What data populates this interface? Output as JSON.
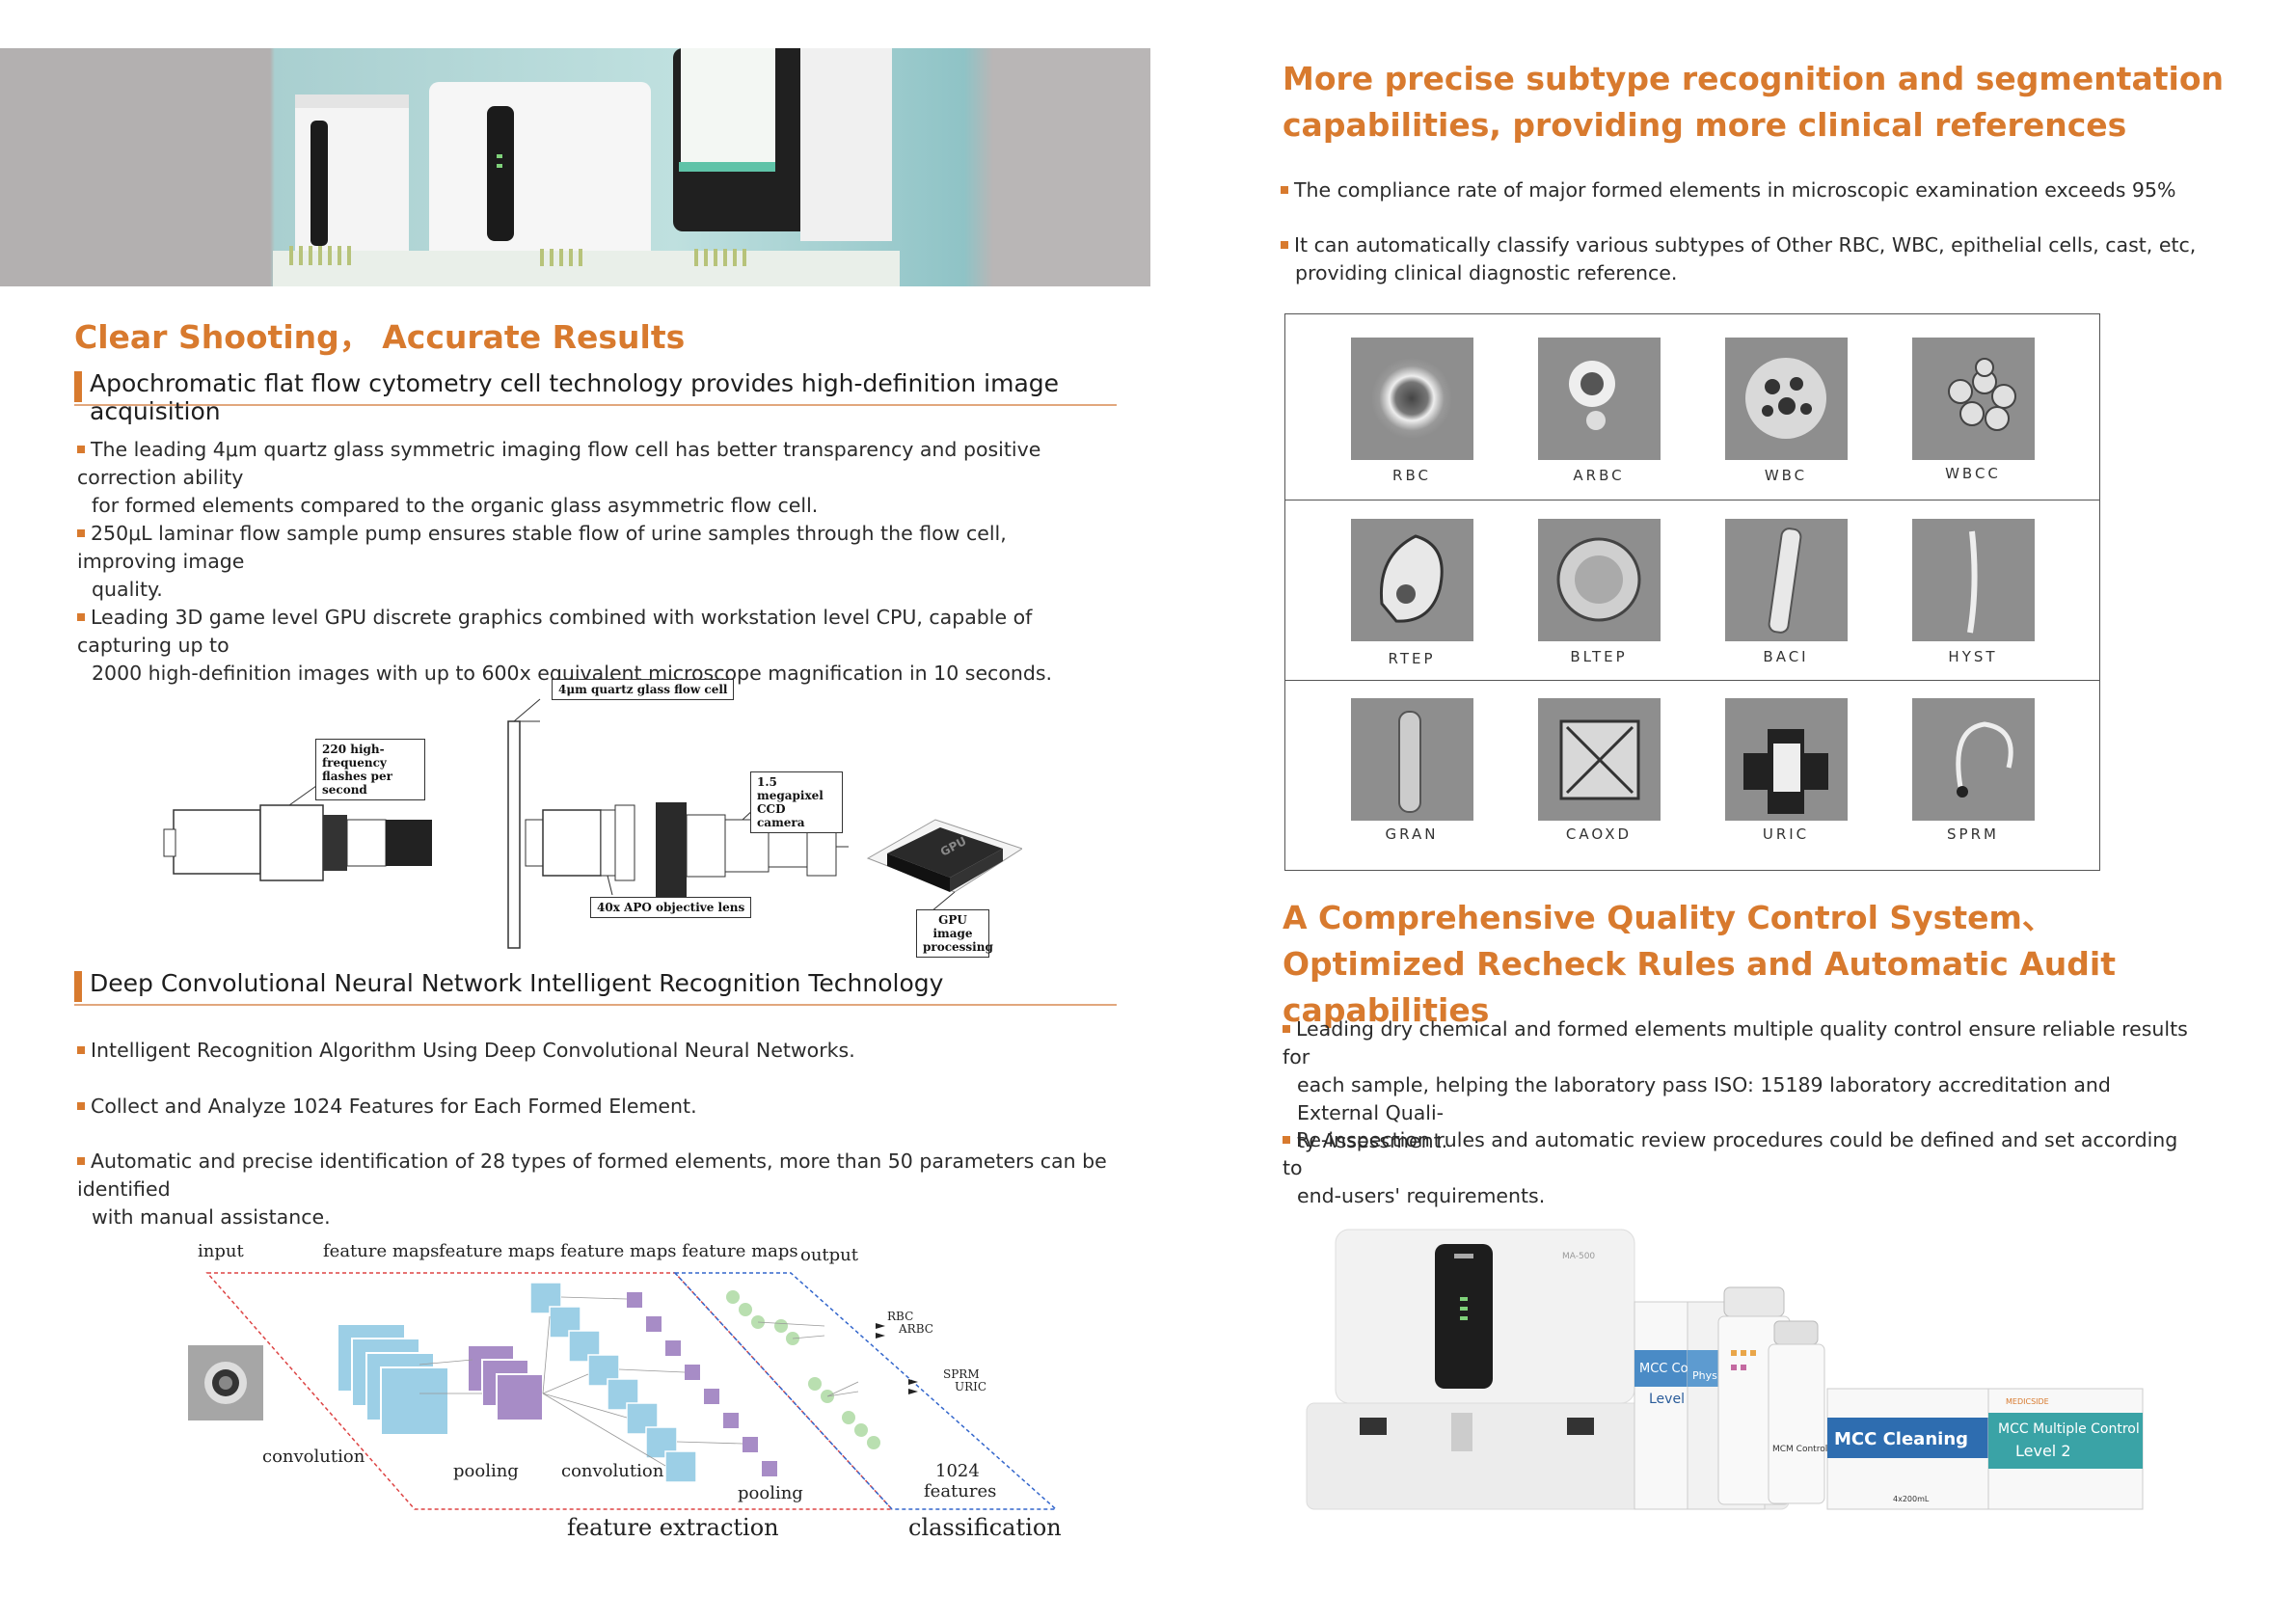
{
  "left": {
    "heading": "Clear Shooting， Accurate Results",
    "subhead1": "Apochromatic flat flow cytometry cell technology provides high-definition image acquisition",
    "bullets1": [
      {
        "l1": "The leading 4μm quartz glass symmetric imaging flow cell has better transparency and positive correction ability",
        "l2": "for formed elements compared to the organic glass asymmetric flow cell."
      },
      {
        "l1": "250μL laminar flow sample pump ensures stable flow of urine samples through the flow cell, improving image",
        "l2": "quality."
      },
      {
        "l1": "Leading 3D game level GPU discrete graphics combined with workstation level CPU, capable of capturing up to",
        "l2": "2000 high-definition images with up to 600x equivalent microscope magnification in 10 seconds."
      }
    ],
    "optics": {
      "flash": "220 high-frequency flashes per second",
      "flowcell": "4μm quartz glass flow cell",
      "camera": "1.5 megapixel CCD camera",
      "lens": "40x APO objective lens",
      "gpu": "GPU image processing",
      "gpu_chip": "GPU"
    },
    "subhead2": "Deep Convolutional Neural Network Intelligent Recognition Technology",
    "bullets2": [
      {
        "l1": "Intelligent Recognition Algorithm Using Deep Convolutional Neural Networks."
      },
      {
        "l1": "Collect and Analyze 1024 Features for Each Formed Element."
      },
      {
        "l1": "Automatic and precise identification of 28 types of formed elements, more than 50 parameters can be identified",
        "l2": "with manual assistance."
      }
    ],
    "cnn": {
      "input": "input",
      "feature_maps_1": "feature maps",
      "feature_maps_2": "feature maps feature maps feature maps",
      "output": "output",
      "convolution_1": "convolution",
      "pooling_1": "pooling",
      "convolution_2": "convolution",
      "pooling_2": "pooling",
      "features_1024": "1024",
      "features_word": "features",
      "feature_extraction": "feature extraction",
      "classification": "classification",
      "out_rbc": "RBC",
      "out_arbc": "ARBC",
      "out_sprm": "SPRM",
      "out_uric": "URIC"
    }
  },
  "right": {
    "heading_l1": "More precise subtype recognition and segmentation",
    "heading_l2": "capabilities, providing more clinical references",
    "bullets1": [
      {
        "l1": "The compliance rate of major formed elements in microscopic examination exceeds 95%"
      },
      {
        "l1": "It can automatically classify various subtypes of Other RBC, WBC, epithelial cells, cast, etc,",
        "l2": "providing clinical diagnostic reference."
      }
    ],
    "cells": [
      "RBC",
      "ARBC",
      "WBC",
      "WBCC",
      "RTEP",
      "BLTEP",
      "BACI",
      "HYST",
      "GRAN",
      "CAOXD",
      "URIC",
      "SPRM"
    ],
    "heading2_l1": "A Comprehensive Quality Control System、",
    "heading2_l2": "Optimized Recheck Rules and Automatic Audit capabilities",
    "bullets2": [
      {
        "l1": "Leading dry chemical and formed elements multiple quality control ensure reliable results for",
        "l2": "each sample, helping the laboratory pass ISO: 15189 laboratory accreditation and External Quali-",
        "l3": "ty Assessment."
      },
      {
        "l1": "Re-inspection rules and automatic review procedures could be defined and set according to",
        "l2": "end-users' requirements."
      }
    ],
    "products": {
      "brand": "MEDICSIDE",
      "model": "MA-500",
      "box1a": "MCC Cor",
      "box1b": "Level",
      "box2": "Physical",
      "bottle": "MCM Control",
      "box3": "MCC Cleaning",
      "box3_vol": "4x200mL",
      "box4": "MCC Multiple Control",
      "box4_level": "Level 2"
    }
  },
  "colors": {
    "accent": "#d87a2e",
    "cell_bg": "#8e8e8e",
    "lightblue": "#9ccfe6",
    "purple": "#a78cc6",
    "green": "#b9dfb0"
  }
}
